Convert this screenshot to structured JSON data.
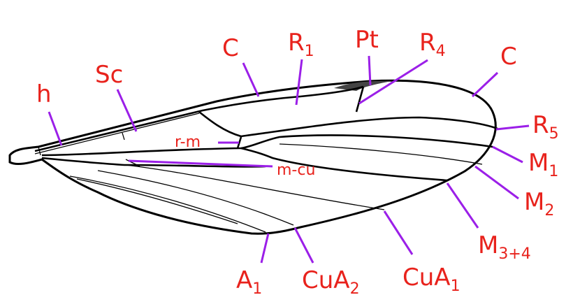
{
  "colors": {
    "label": "#e8221c",
    "pointer": "#9b1fe8",
    "outline": "#000000"
  },
  "labels": {
    "h": "h",
    "sc": "Sc",
    "c_left": "C",
    "r1_main": "R",
    "r1_sub": "1",
    "pt": "Pt",
    "r4_main": "R",
    "r4_sub": "4",
    "c_right": "C",
    "r5_main": "R",
    "r5_sub": "5",
    "rm": "r-m",
    "mcu": "m-cu",
    "m1_main": "M",
    "m1_sub": "1",
    "m2_main": "M",
    "m2_sub": "2",
    "m34_main": "M",
    "m34_sub": "3+4",
    "a1_main": "A",
    "a1_sub": "1",
    "cua2_main": "CuA",
    "cua2_sub": "2",
    "cua1_main": "CuA",
    "cua1_sub": "1"
  }
}
